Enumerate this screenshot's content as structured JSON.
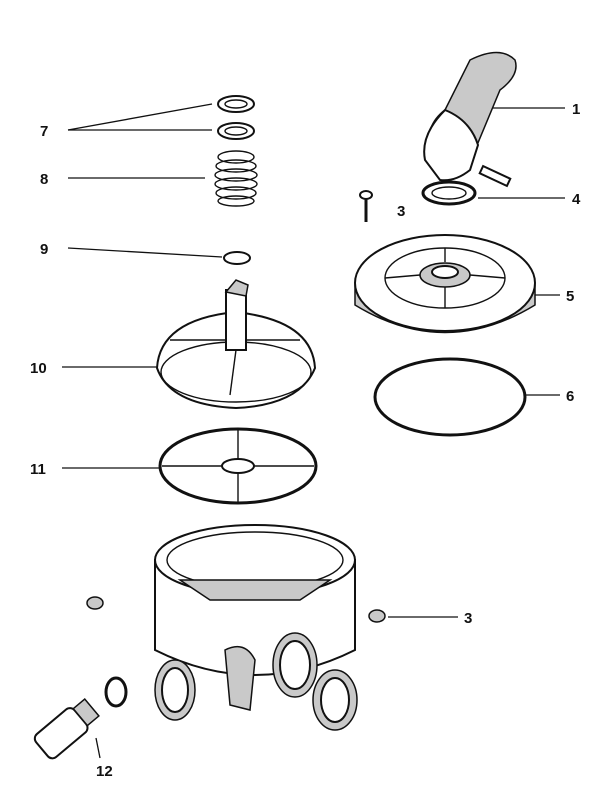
{
  "diagram": {
    "labels": {
      "handle": "1",
      "screw": "3",
      "washer": "4",
      "cover": "5",
      "cover_oring": "6",
      "ring_a": "7",
      "spring": "8",
      "small_oring": "9",
      "rotor": "10",
      "rotor_gasket": "11",
      "nut": "3",
      "sight_glass": "12"
    }
  }
}
